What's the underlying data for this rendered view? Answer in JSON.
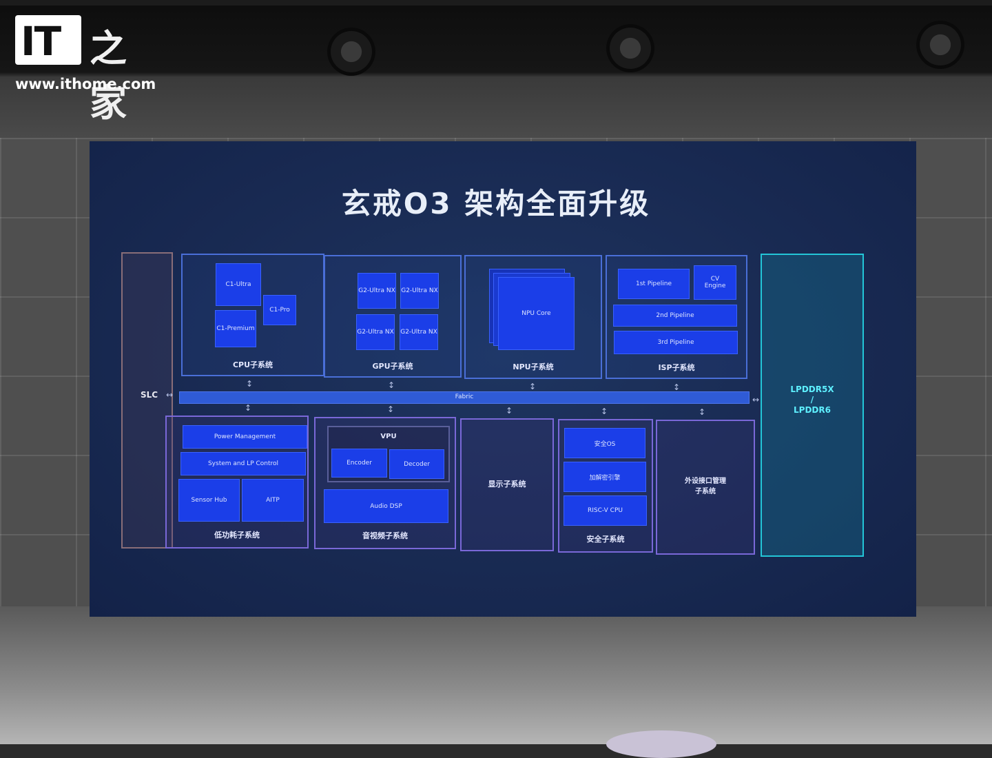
{
  "watermark": {
    "logo": "IT",
    "logo_cn": "之家",
    "url": "www.ithome.com"
  },
  "slide": {
    "title": "玄戒O3 架构全面升级",
    "slc": "SLC",
    "fabric": "Fabric",
    "memory": {
      "line1": "LPDDR5X",
      "line2": "/",
      "line3": "LPDDR6"
    },
    "cpu": {
      "label": "CPU子系统",
      "core_ultra": "C1-Ultra",
      "core_pro": "C1-Pro",
      "core_premium": "C1-Premium"
    },
    "gpu": {
      "label": "GPU子系统",
      "cores": [
        "G2-Ultra NX",
        "G2-Ultra NX",
        "G2-Ultra NX",
        "G2-Ultra NX"
      ]
    },
    "npu": {
      "label": "NPU子系统",
      "core": "NPU Core"
    },
    "isp": {
      "label": "ISP子系统",
      "pipe1": "1st Pipeline",
      "cv_line1": "CV",
      "cv_line2": "Engine",
      "pipe2": "2nd Pipeline",
      "pipe3": "3rd Pipeline"
    },
    "lowpower": {
      "label": "低功耗子系统",
      "power": "Power Management",
      "system": "System and LP Control",
      "sensor": "Sensor Hub",
      "aitp": "AITP"
    },
    "av": {
      "label": "音视频子系统",
      "vpu": "VPU",
      "encoder": "Encoder",
      "decoder": "Decoder",
      "audio": "Audio DSP"
    },
    "display": {
      "label": "显示子系统"
    },
    "security": {
      "label": "安全子系统",
      "os": "安全OS",
      "crypto": "加解密引擎",
      "riscv": "RISC-V CPU"
    },
    "peripheral": {
      "line1": "外设接口管理",
      "line2": "子系统"
    },
    "arrows": {
      "vertical": "↕",
      "horizontal": "↔"
    }
  }
}
